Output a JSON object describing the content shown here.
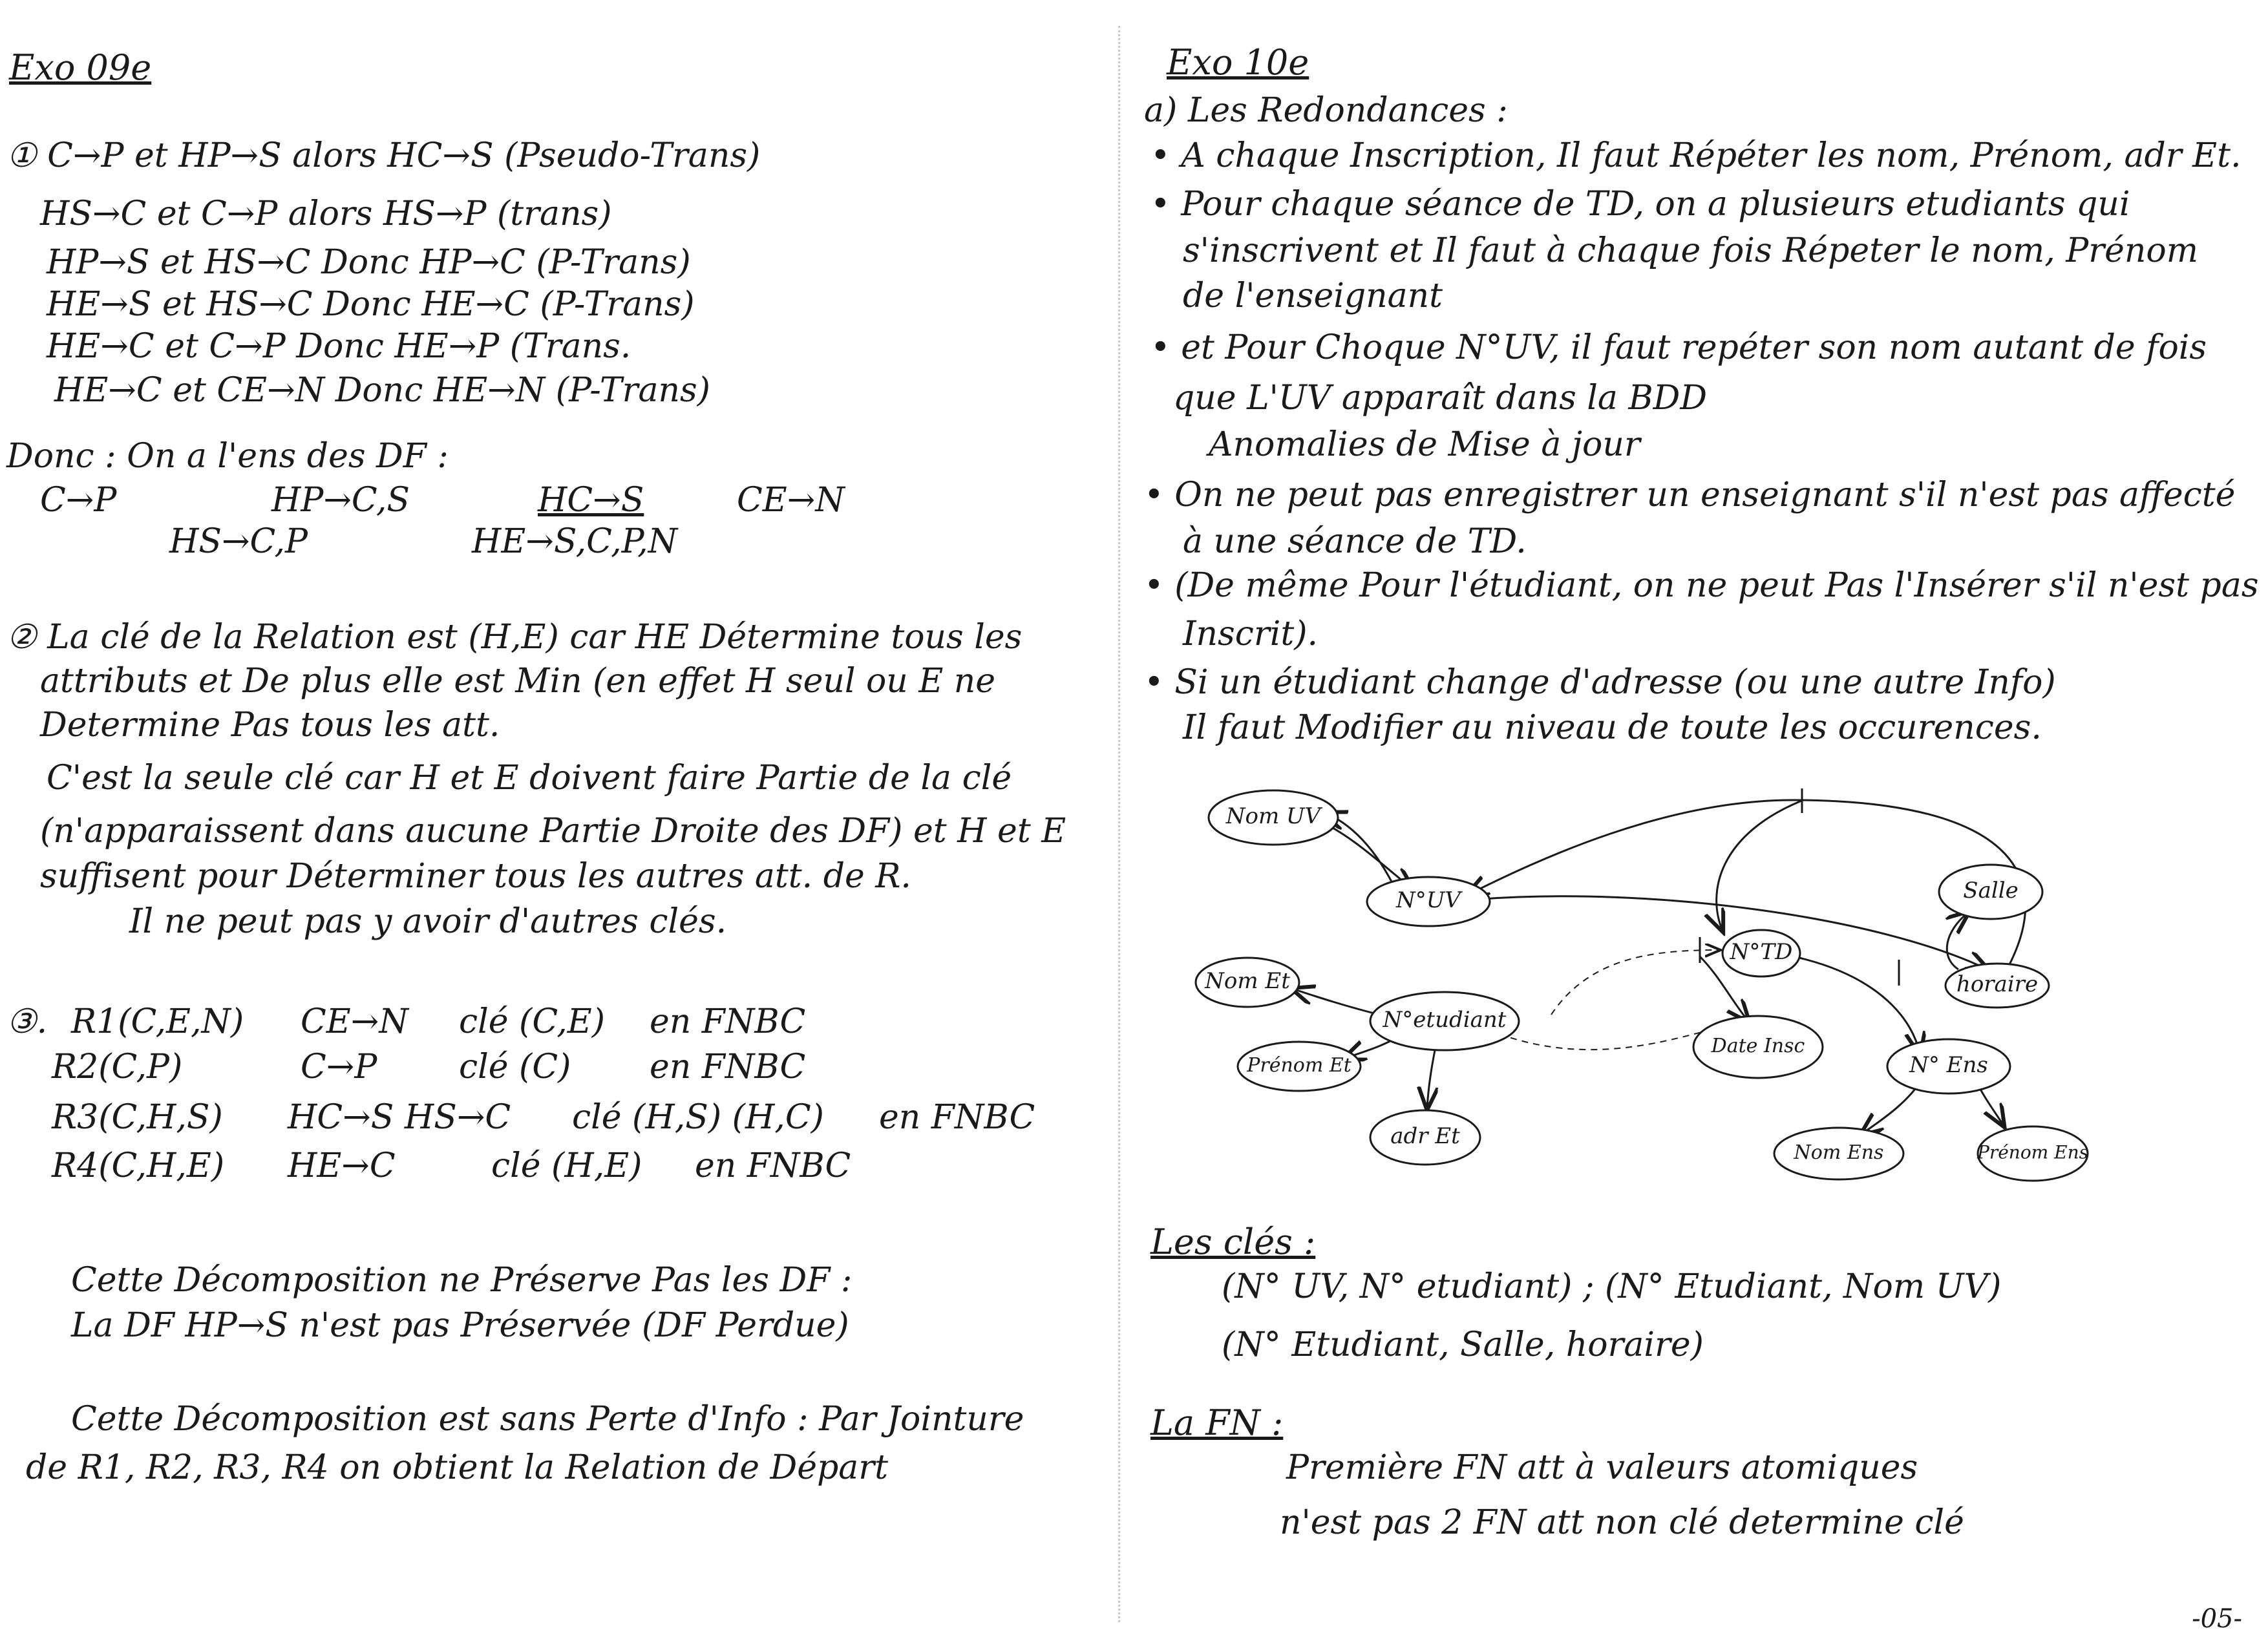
{
  "left": {
    "title": "Exo 09e",
    "q1": [
      "① C→P et HP→S alors HC→S (Pseudo-Trans)",
      "HS→C et C→P alors HS→P (trans)",
      "HP→S et HS→C Donc HP→C (P-Trans)",
      "HE→S et HS→C Donc HE→C (P-Trans)",
      "HE→C et C→P Donc HE→P (Trans.",
      "HE→C et CE→N Donc HE→N (P-Trans)"
    ],
    "donc_label": "Donc : On a l'ens des DF :",
    "df_set": {
      "a": "C→P",
      "b": "HP→C,S",
      "c": "HC→S",
      "d": "CE→N",
      "e": "HS→C,P",
      "f": "HE→S,C,P,N"
    },
    "q2": [
      "② La clé de la Relation est (H,E) car HE Détermine tous les",
      "attributs et De plus elle est Min (en effet H seul ou E ne",
      "Determine Pas tous les att.",
      "C'est la seule clé car H et E doivent faire Partie de la clé",
      "(n'apparaissent dans aucune Partie Droite des DF) et H et E",
      "suffisent pour Déterminer tous les autres att. de R.",
      "Il ne peut pas y avoir d'autres clés."
    ],
    "q3": {
      "label": "③.",
      "rows": [
        {
          "rel": "R1(C,E,N)",
          "df": "CE→N",
          "key": "clé (C,E)",
          "fn": "en FNBC"
        },
        {
          "rel": "R2(C,P)",
          "df": "C→P",
          "key": "clé (C)",
          "fn": "en FNBC"
        },
        {
          "rel": "R3(C,H,S)",
          "df": "HC→S HS→C",
          "key": "clé (H,S) (H,C)",
          "fn": "en FNBC"
        },
        {
          "rel": "R4(C,H,E)",
          "df": "HE→C",
          "key": "clé (H,E)",
          "fn": "en FNBC"
        }
      ]
    },
    "conclusion1": [
      "Cette Décomposition ne Préserve Pas les DF :",
      "La DF HP→S n'est pas Préservée (DF Perdue)"
    ],
    "conclusion2": [
      "Cette Décomposition est sans Perte d'Info : Par Jointure",
      "de R1, R2, R3, R4 on obtient la Relation de Départ"
    ]
  },
  "right": {
    "title": "Exo 10e",
    "a_label": "a) Les Redondances :",
    "redondances": [
      "• A chaque Inscription, Il faut Répéter les nom, Prénom, adr Et.",
      "• Pour chaque séance de TD, on a plusieurs etudiants qui",
      "s'inscrivent et Il faut à chaque fois Répeter le nom, Prénom",
      "de l'enseignant",
      "• et Pour Choque N°UV, il faut repéter son nom autant de fois",
      "que L'UV apparaît dans la BDD"
    ],
    "anomalies_title": "Anomalies de Mise à jour",
    "anomalies": [
      "• On ne peut pas enregistrer un enseignant s'il n'est pas affecté",
      "à une séance de TD.",
      "• (De même Pour l'étudiant, on ne peut Pas l'Insérer s'il n'est pas",
      "Inscrit).",
      "• Si un étudiant change d'adresse (ou une autre Info)",
      "Il faut Modifier au niveau de toute les occurences."
    ],
    "diagram_nodes": {
      "nom_uv": "Nom UV",
      "num_uv": "N°UV",
      "num_td": "N°TD",
      "salle": "Salle",
      "horaire": "horaire",
      "nom_et": "Nom Et",
      "num_etudiant": "N°etudiant",
      "prenom_et": "Prénom Et",
      "adr_et": "adr Et",
      "date_insc": "Date Insc",
      "num_ens": "N° Ens",
      "nom_ens": "Nom Ens",
      "prenom_ens": "Prénom Ens"
    },
    "cles_title": "Les clés :",
    "cles": [
      "(N° UV, N° etudiant) ; (N° Etudiant, Nom UV)",
      "(N° Etudiant, Salle, horaire)"
    ],
    "fn_title": "La FN :",
    "fn_lines": [
      "Première FN att à valeurs atomiques",
      "n'est pas 2 FN att non clé determine clé"
    ]
  },
  "page_number": "-05-"
}
